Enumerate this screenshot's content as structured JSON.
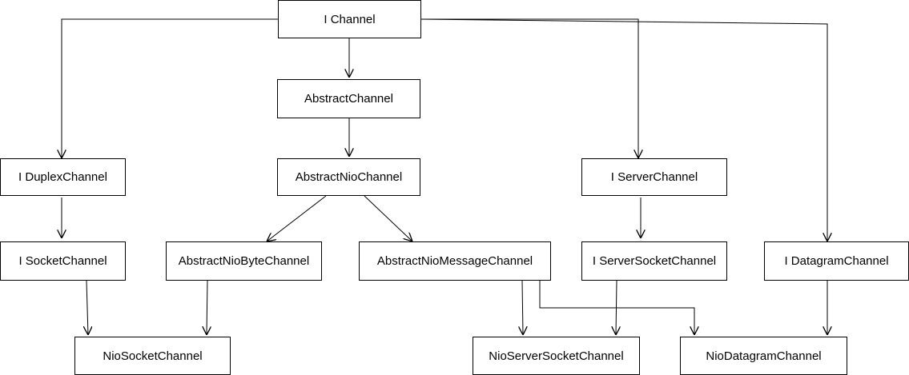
{
  "nodes": {
    "ichannel": "I Channel",
    "abstract_channel": "AbstractChannel",
    "abstract_nio_channel": "AbstractNioChannel",
    "iduplex": "I DuplexChannel",
    "iserver": "I ServerChannel",
    "isocket": "I SocketChannel",
    "abstract_nio_byte": "AbstractNioByteChannel",
    "abstract_nio_message": "AbstractNioMessageChannel",
    "iserversocket": "I ServerSocketChannel",
    "idatagram": "I DatagramChannel",
    "nio_socket": "NioSocketChannel",
    "nio_server_socket": "NioServerSocketChannel",
    "nio_datagram": "NioDatagramChannel"
  },
  "edges": [
    {
      "from": "I Channel",
      "to": "AbstractChannel"
    },
    {
      "from": "I Channel",
      "to": "I DuplexChannel"
    },
    {
      "from": "I Channel",
      "to": "I ServerChannel"
    },
    {
      "from": "I Channel",
      "to": "I DatagramChannel"
    },
    {
      "from": "AbstractChannel",
      "to": "AbstractNioChannel"
    },
    {
      "from": "AbstractNioChannel",
      "to": "AbstractNioByteChannel"
    },
    {
      "from": "AbstractNioChannel",
      "to": "AbstractNioMessageChannel"
    },
    {
      "from": "I DuplexChannel",
      "to": "I SocketChannel"
    },
    {
      "from": "I ServerChannel",
      "to": "I ServerSocketChannel"
    },
    {
      "from": "I SocketChannel",
      "to": "NioSocketChannel"
    },
    {
      "from": "AbstractNioByteChannel",
      "to": "NioSocketChannel"
    },
    {
      "from": "AbstractNioMessageChannel",
      "to": "NioServerSocketChannel"
    },
    {
      "from": "AbstractNioMessageChannel",
      "to": "NioDatagramChannel"
    },
    {
      "from": "I ServerSocketChannel",
      "to": "NioServerSocketChannel"
    },
    {
      "from": "I DatagramChannel",
      "to": "NioDatagramChannel"
    }
  ]
}
